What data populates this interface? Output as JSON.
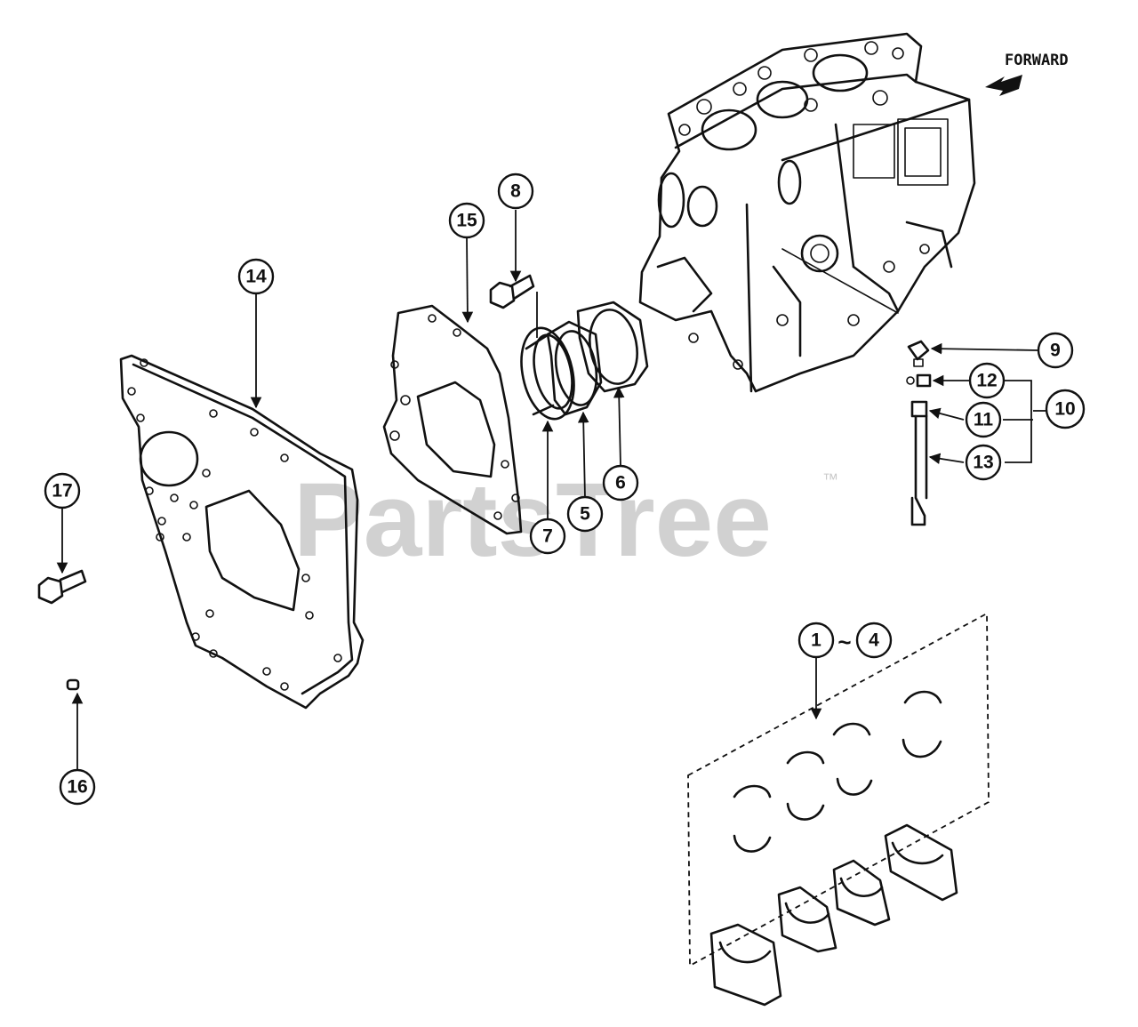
{
  "direction_label": "FORWARD",
  "watermark": "PartsTree",
  "trademark": "™",
  "callouts": {
    "c1": "1",
    "c4": "4",
    "range_sep": "~",
    "c5": "5",
    "c6": "6",
    "c7": "7",
    "c8": "8",
    "c9": "9",
    "c10": "10",
    "c11": "11",
    "c12": "12",
    "c13": "13",
    "c14": "14",
    "c15": "15",
    "c16": "16",
    "c17": "17"
  }
}
